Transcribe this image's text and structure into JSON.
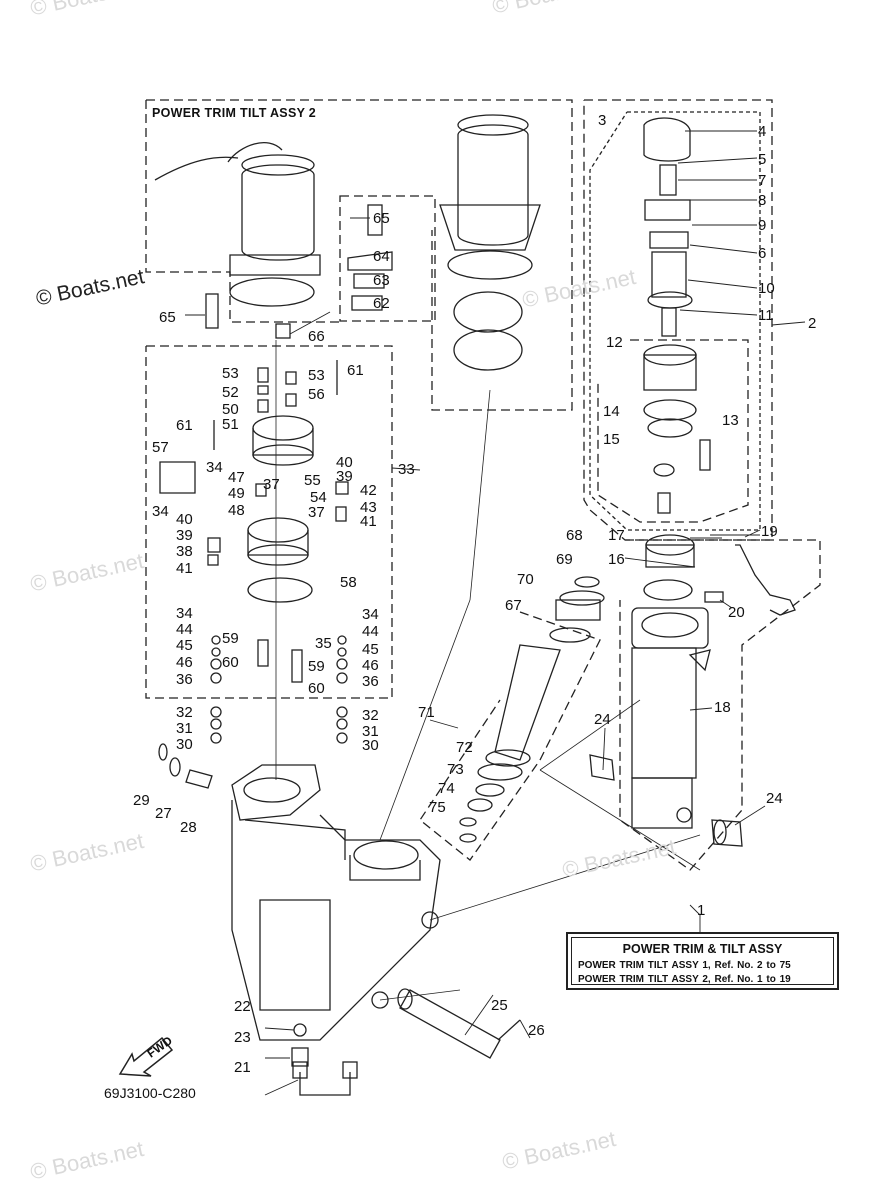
{
  "watermarks": [
    "© Boats.net",
    "© Boats.net",
    "© Boats.net",
    "© Boats.net",
    "© Boats.net",
    "© Boats.net",
    "© Boats.net",
    "© Boats.net"
  ],
  "watermark_dark": "© Boats.net",
  "assy2_title": "POWER  TRIM  TILT  ASSY  2",
  "diagram_code": "69J3100-C280",
  "fwd_label": "FWD",
  "info_box": {
    "title": "POWER  TRIM  &  TILT  ASSY",
    "line1": "POWER  TRIM  TILT  ASSY  1,   Ref.  No.  2  to  75",
    "line2": "POWER  TRIM  TILT  ASSY  2,   Ref.  No.  1  to  19"
  },
  "callouts": [
    "4",
    "5",
    "7",
    "8",
    "9",
    "6",
    "10",
    "11",
    "2",
    "3",
    "12",
    "13",
    "14",
    "15",
    "17",
    "16",
    "19",
    "20",
    "18",
    "24",
    "24",
    "1",
    "65",
    "64",
    "63",
    "62",
    "65",
    "66",
    "53",
    "52",
    "50",
    "51",
    "53",
    "56",
    "61",
    "61",
    "57",
    "34",
    "40",
    "39",
    "42",
    "43",
    "41",
    "47",
    "37",
    "55",
    "54",
    "49",
    "48",
    "33",
    "34",
    "40",
    "39",
    "38",
    "41",
    "37",
    "58",
    "34",
    "44",
    "45",
    "46",
    "36",
    "59",
    "60",
    "35",
    "34",
    "44",
    "45",
    "46",
    "59",
    "60",
    "36",
    "32",
    "31",
    "30",
    "32",
    "31",
    "30",
    "29",
    "27",
    "28",
    "68",
    "69",
    "70",
    "67",
    "71",
    "72",
    "73",
    "74",
    "75",
    "25",
    "26",
    "22",
    "23",
    "21"
  ]
}
